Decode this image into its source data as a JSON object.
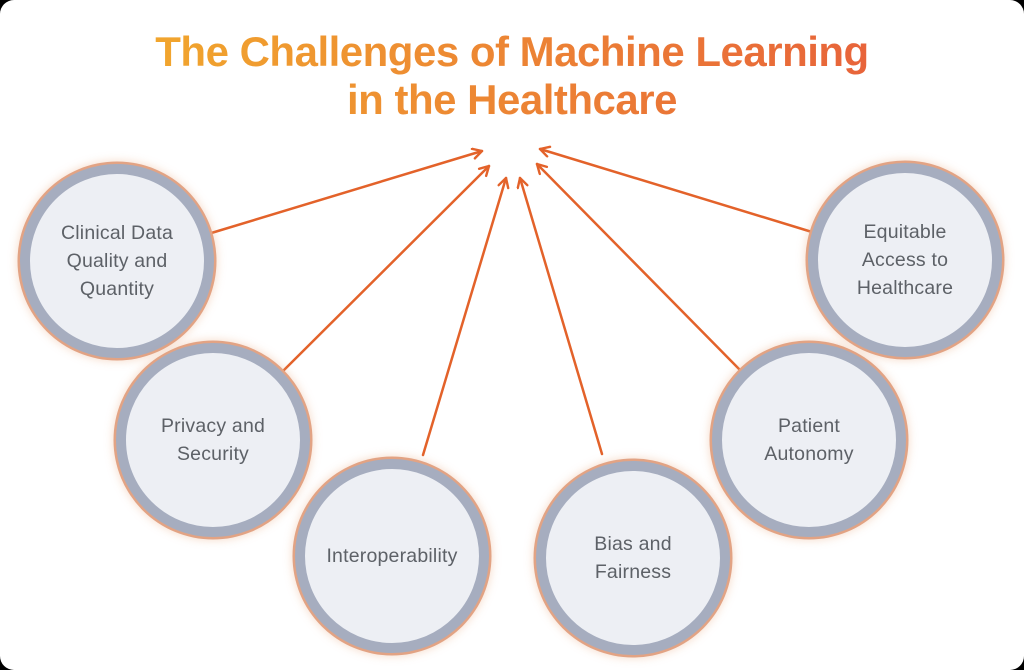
{
  "title": {
    "line1": "The Challenges of Machine Learning",
    "line2": "in the Healthcare"
  },
  "nodes": [
    {
      "id": "clinical-data-quality-and-quantity",
      "lines": [
        "Clinical Data",
        "Quality and",
        "Quantity"
      ]
    },
    {
      "id": "privacy-and-security",
      "lines": [
        "Privacy and",
        "Security"
      ]
    },
    {
      "id": "interoperability",
      "lines": [
        "Interoperability"
      ]
    },
    {
      "id": "bias-and-fairness",
      "lines": [
        "Bias and",
        "Fairness"
      ]
    },
    {
      "id": "patient-autonomy",
      "lines": [
        "Patient",
        "Autonomy"
      ]
    },
    {
      "id": "equitable-access-to-healthcare",
      "lines": [
        "Equitable",
        "Access to",
        "Healthcare"
      ]
    }
  ],
  "connections": [
    {
      "from": "clinical-data-quality-and-quantity",
      "to": "center"
    },
    {
      "from": "privacy-and-security",
      "to": "center"
    },
    {
      "from": "interoperability",
      "to": "center"
    },
    {
      "from": "bias-and-fairness",
      "to": "center"
    },
    {
      "from": "patient-autonomy",
      "to": "center"
    },
    {
      "from": "equitable-access-to-healthcare",
      "to": "center"
    }
  ],
  "colors": {
    "title_gradient_start": "#F2AC2C",
    "title_gradient_end": "#E75F3B",
    "arrow": "#E3622A",
    "node_ring": "#A6ADBF",
    "node_ring_outer": "#E2A384",
    "node_fill": "#EDEFF4",
    "node_text": "#5D6167",
    "background": "#FFFFFF",
    "corner": "#000000"
  }
}
